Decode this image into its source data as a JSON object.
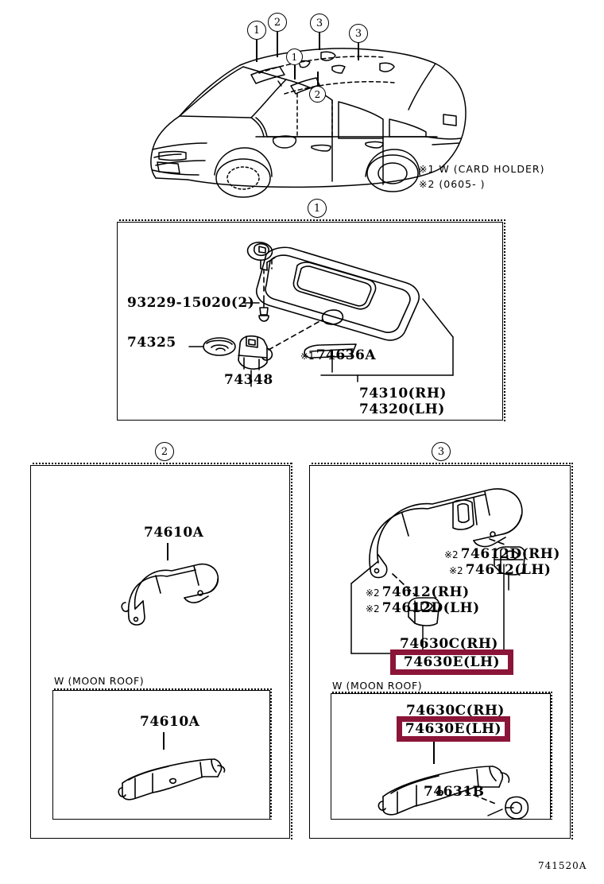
{
  "diagram": {
    "sheet_code": "741520A",
    "legend": [
      "※1  W (CARD HOLDER)",
      "※2  (0605-    )"
    ],
    "vehicle_callouts": [
      {
        "id": "c1",
        "label": "1"
      },
      {
        "id": "c2",
        "label": "2"
      },
      {
        "id": "c3",
        "label": "3"
      },
      {
        "id": "c3b",
        "label": "3"
      },
      {
        "id": "c1b",
        "label": "1"
      },
      {
        "id": "c2b",
        "label": "2"
      }
    ]
  },
  "panel1": {
    "callout": "1",
    "parts": {
      "screw": "93229-15020(2)",
      "cap": "74325",
      "holder": "74348",
      "card_holder_note": "※1",
      "card_holder": "74636A",
      "visor_rh": "74310(RH)",
      "visor_lh": "74320(LH)"
    }
  },
  "panel2": {
    "callout": "2",
    "parts": {
      "grip": "74610A",
      "moonroof_label": "W (MOON ROOF)",
      "grip_moonroof": "74610A"
    }
  },
  "panel3": {
    "callout": "3",
    "parts": {
      "cover_note_a": "※2",
      "cover_a_rh": "74612D(RH)",
      "cover_note_b": "※2",
      "cover_b_lh": "74612(LH)",
      "cover_note_c": "※2",
      "cover_c_rh": "74612(RH)",
      "cover_note_d": "※2",
      "cover_d_lh": "74612D(LH)",
      "grip_rh": "74630C(RH)",
      "grip_lh": "74630E(LH)",
      "moonroof_label": "W (MOON ROOF)",
      "grip_mr_rh": "74630C(RH)",
      "grip_mr_lh": "74630E(LH)",
      "hook": "74631B"
    },
    "highlight_color": "#8B1538"
  }
}
